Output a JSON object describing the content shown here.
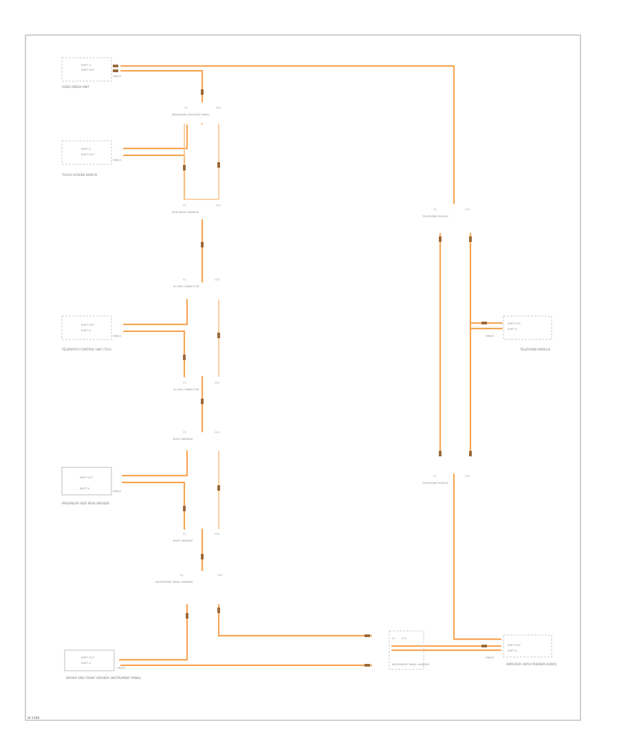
{
  "diagram": {
    "footer_code": "W-1488",
    "pin_labels": {
      "speaker_out_a": "SHIFT A",
      "speaker_out_b": "SHIFT OUT",
      "ground": "GND-B"
    },
    "components": [
      {
        "id": "c1",
        "name": "AUDIO MEDIA UNIT"
      },
      {
        "id": "c2",
        "name": "TOUCH SCREEN DISPLAY"
      },
      {
        "id": "c3",
        "name": "TELEMATICS CONTROL UNIT (TCU)"
      },
      {
        "id": "c4",
        "name": "PASSENGER SIDE REAR SPEAKER"
      },
      {
        "id": "c5",
        "name": "AMPLIFIER (WITH PREMIUM AUDIO)"
      },
      {
        "id": "c6",
        "name": "TELEPHONE MODULE"
      },
      {
        "id": "c7",
        "name": "DRIVER SIDE FRONT SPEAKER (INSTRUMENT PANEL)"
      }
    ],
    "connectors": [
      {
        "id": "x1",
        "a": "C1",
        "b": "C12",
        "desc": "PASSENGER SIDE BODY PANEL"
      },
      {
        "id": "x2",
        "a": "C1",
        "b": "C12",
        "desc": "REAR BODY HARNESS"
      },
      {
        "id": "x3",
        "a": "C1",
        "b": "C12",
        "desc": "IN LINE CONNECTOR"
      },
      {
        "id": "x4",
        "a": "C1",
        "b": "C12",
        "desc": "IN LINE CONNECTOR"
      },
      {
        "id": "x5",
        "a": "C1",
        "b": "C12",
        "desc": "BODY HARNESS"
      },
      {
        "id": "x6",
        "a": "C1",
        "b": "C12",
        "desc": "BODY HARNESS"
      },
      {
        "id": "x7",
        "a": "C1",
        "b": "C12",
        "desc": "INSTRUMENT PANEL HARNESS"
      },
      {
        "id": "x8",
        "a": "C1",
        "b": "C12",
        "desc": "TELEPHONE MODULE"
      },
      {
        "id": "x9",
        "a": "C1",
        "b": "C12",
        "desc": "TELEPHONE MODULE"
      },
      {
        "id": "x10",
        "a": "C1",
        "b": "C12",
        "desc": "INSTRUMENT PANEL HARNESS"
      }
    ]
  }
}
